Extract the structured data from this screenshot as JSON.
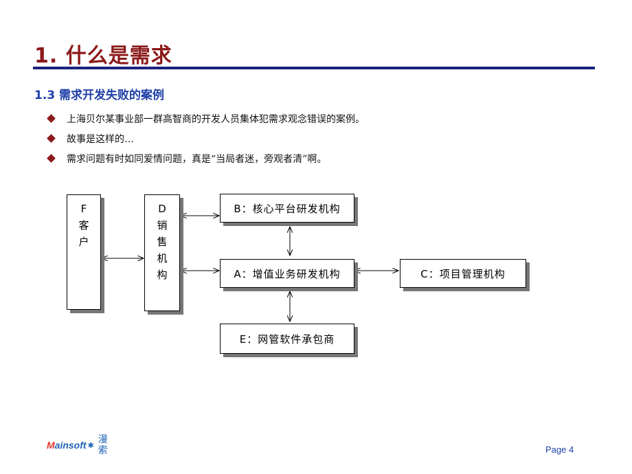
{
  "slide": {
    "title": "1. 什么是需求",
    "subtitle": "1.3 需求开发失败的案例",
    "bullets": [
      "上海贝尔某事业部一群高智商的开发人员集体犯需求观念错误的案例。",
      "故事是这样的…",
      "需求问题有时如同爱情问题，真是“当局者迷，旁观者清”啊。"
    ]
  },
  "diagram": {
    "customer": [
      "F",
      "客",
      "户"
    ],
    "sales": [
      "D",
      "销",
      "售",
      "机",
      "构"
    ],
    "platform": "B：核心平台研发机构",
    "value_added": "A：增值业务研发机构",
    "project": "C：项目管理机构",
    "contractor": "E：网管软件承包商"
  },
  "footer": {
    "logo_prefix": "M",
    "logo_rest": "ainsoft",
    "logo_cn_top": "漫",
    "logo_cn_bottom": "索",
    "page": "Page 4"
  },
  "colors": {
    "title": "#8B1A1A",
    "rule": "#1A237E",
    "subtitle": "#1F3FA8",
    "bullet": "#8B1A1A"
  }
}
